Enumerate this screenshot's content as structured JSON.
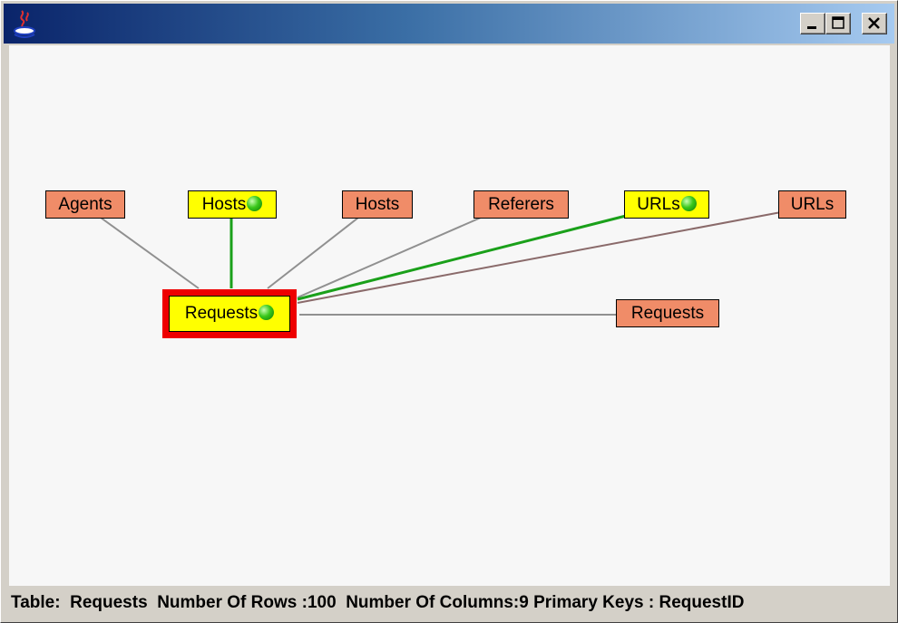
{
  "window": {
    "controls": [
      "minimize",
      "maximize",
      "close"
    ],
    "accent_colors": {
      "titlebar_start": "#0a246a",
      "titlebar_end": "#a6caf0",
      "related_table": "#f08c68",
      "active_table": "#ffff00",
      "selected_outline": "#ee0000",
      "active_link": "#1aa01a",
      "link": "#909090"
    }
  },
  "graph": {
    "center": {
      "label": "Requests",
      "indicator": "green-dot-icon"
    },
    "nodes": [
      {
        "label": "Agents"
      },
      {
        "label": "Hosts",
        "indicator": "green-dot-icon"
      },
      {
        "label": "Hosts"
      },
      {
        "label": "Referers"
      },
      {
        "label": "URLs",
        "indicator": "green-dot-icon"
      },
      {
        "label": "URLs"
      },
      {
        "label": "Requests"
      }
    ]
  },
  "status": {
    "table_label": "Table:",
    "table_name": "Requests",
    "rows_label": "Number Of Rows :",
    "rows": "100",
    "columns_label": "Number Of Columns:",
    "columns": "9",
    "keys_label": "Primary Keys :",
    "keys": "RequestID"
  }
}
